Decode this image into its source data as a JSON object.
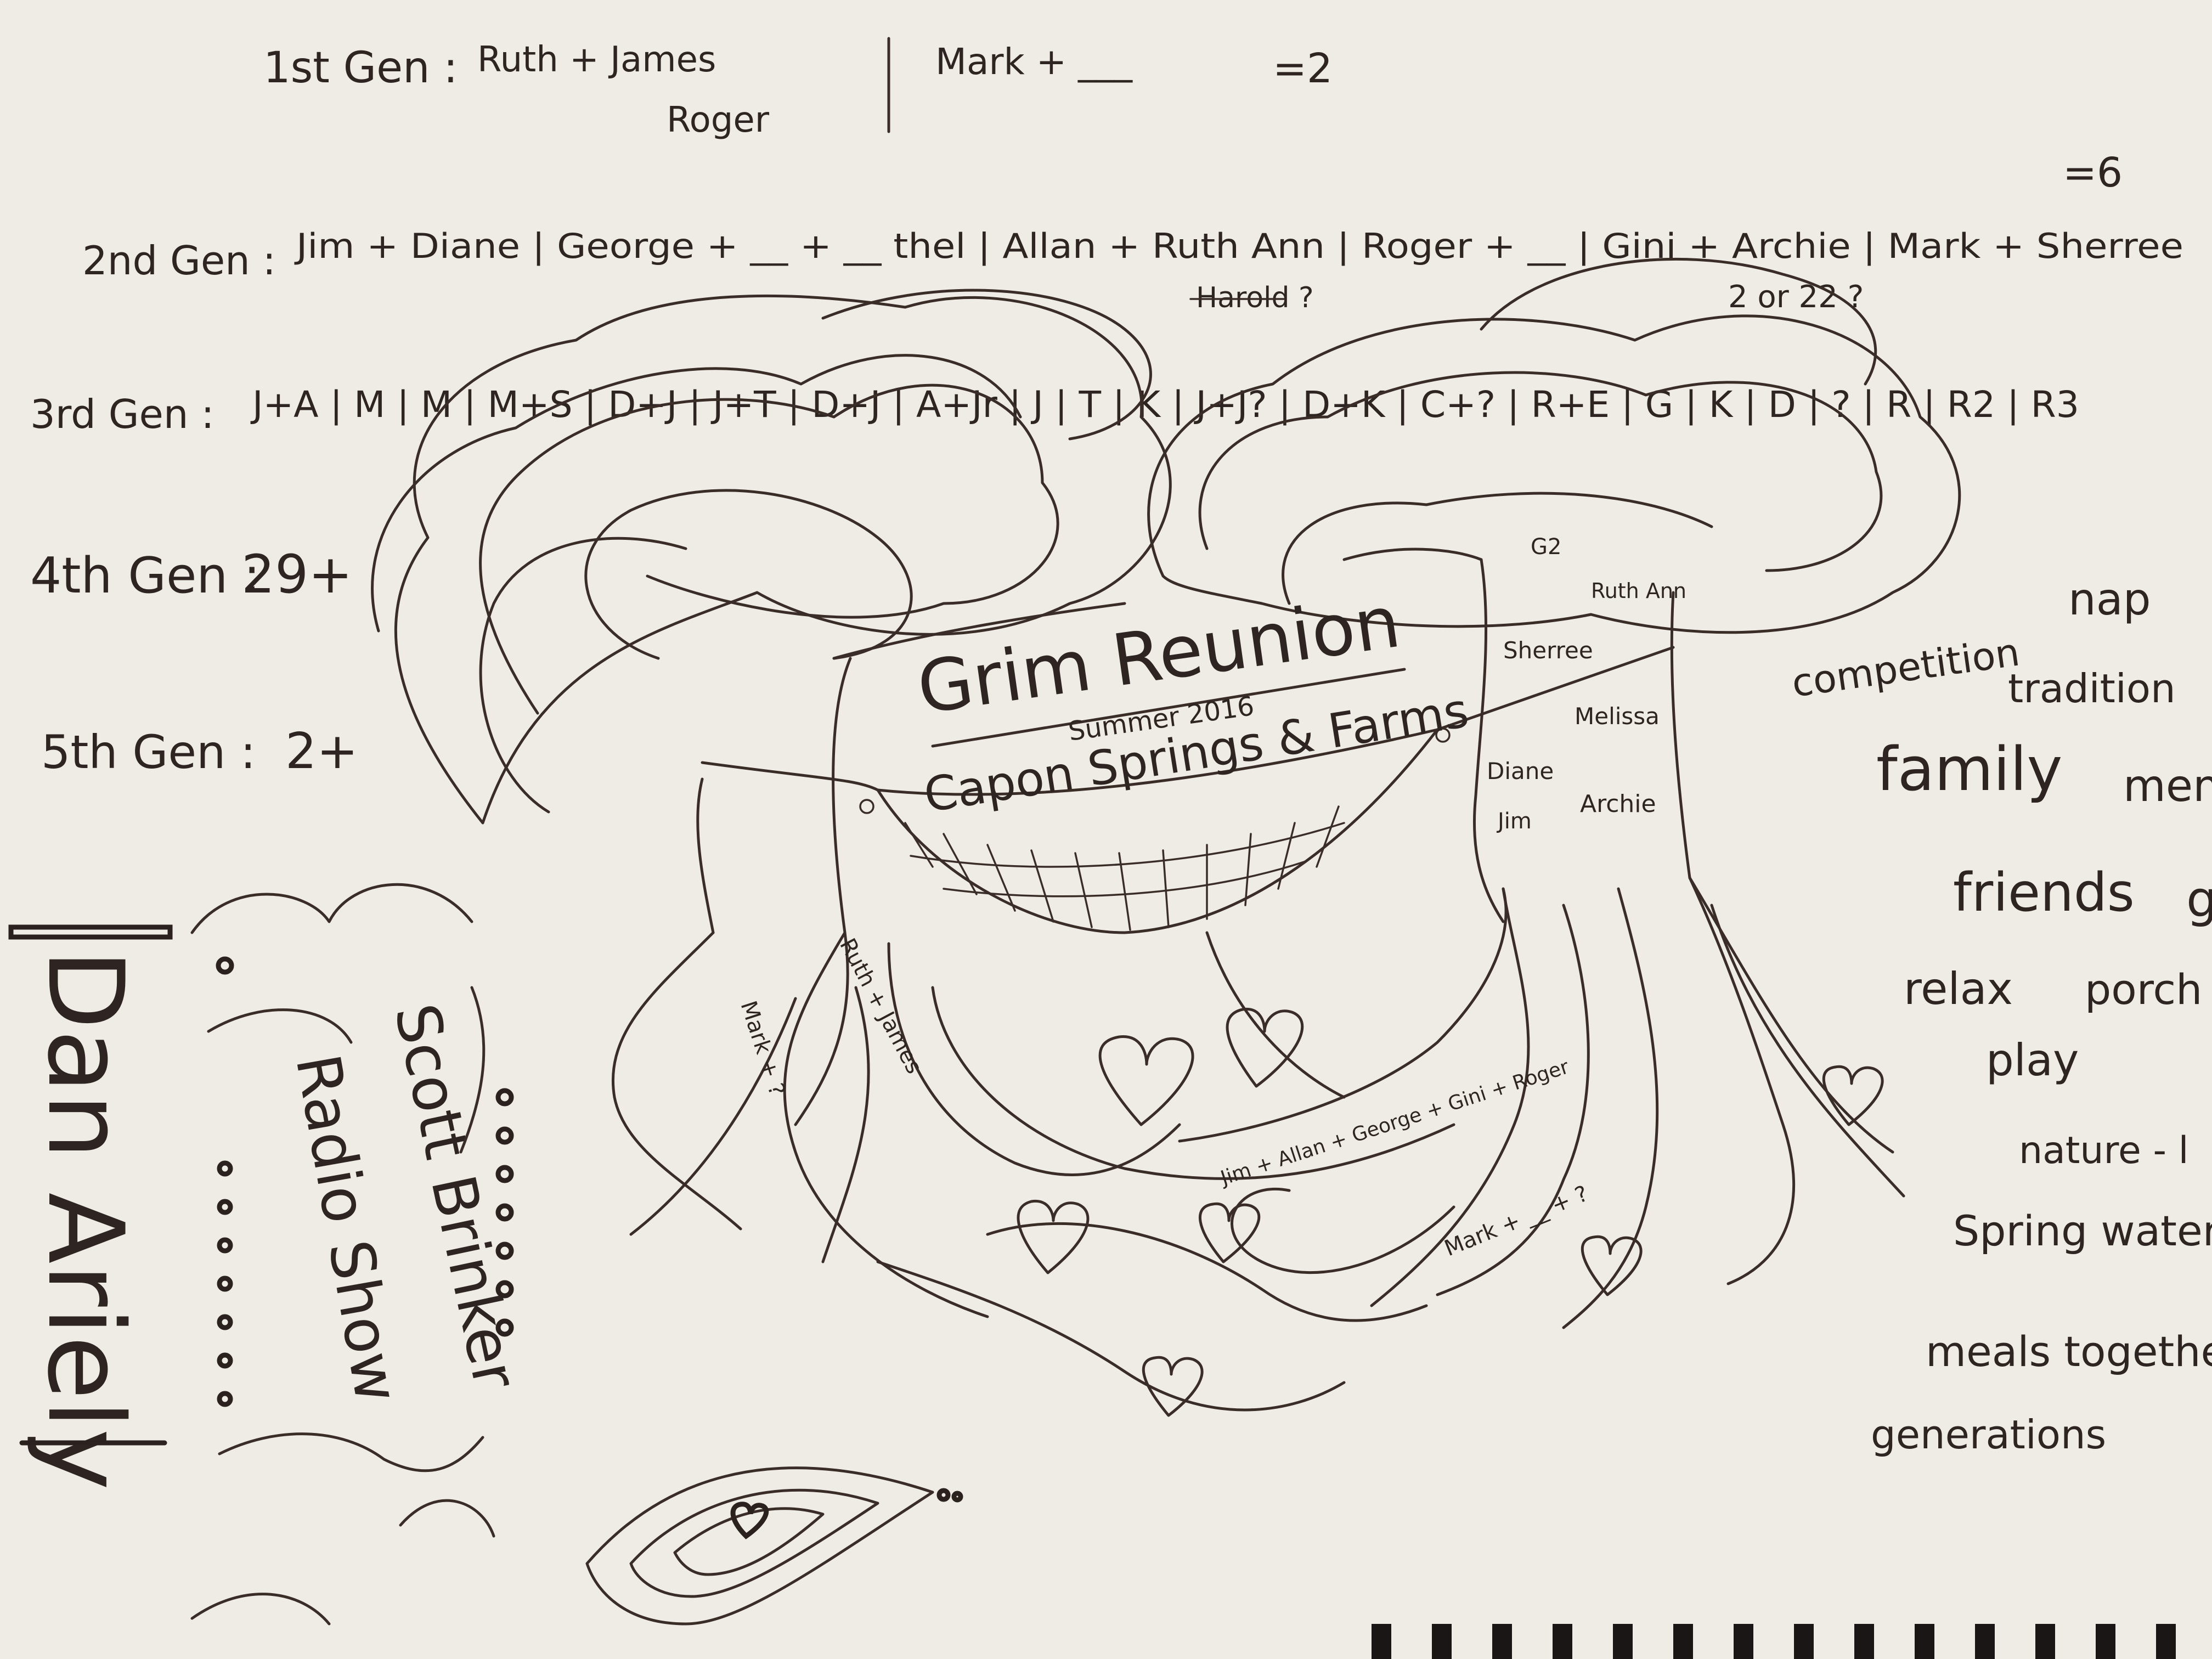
{
  "colors": {
    "paper": "#efece5",
    "ink": "#2e2522",
    "binding": "#1a1616"
  },
  "generations": {
    "gen1": {
      "label": "1st Gen :",
      "text": "Ruth + James",
      "sub": "Roger",
      "right": "Mark + ___",
      "count": "=2"
    },
    "gen2": {
      "label": "2nd Gen :",
      "text": "Jim + Diane | George + __ + __ thel | Allan + Ruth Ann | Roger + __ | Gini + Archie | Mark + Sherree",
      "count": "=6"
    },
    "gen3": {
      "label": "3rd Gen :",
      "text": "J+A | M | M | M+S | D+J | J+T | D+J | A+Jr | J | T | K | J+J? | D+K | C+? | R+E | G | K | D | ? | R | R2 | R3"
    },
    "gen4": {
      "label": "4th Gen :",
      "text": "29+"
    },
    "gen5": {
      "label": "5th Gen :",
      "text": "2+"
    }
  },
  "scribbles": {
    "crossed_out": "Harold ?",
    "question": "2 or 22 ?"
  },
  "tree": {
    "title": "Grim Reunion",
    "subtitle": "Summer 2016",
    "location": "Capon Springs & Farms",
    "trunk_names": [
      "G2",
      "Ruth Ann",
      "Sherree",
      "Melissa",
      "Diane",
      "Archie",
      "Jim"
    ],
    "root_labels": [
      "Ruth + James",
      "Mark + ?",
      "Jim + Allan + George + Gini + Roger",
      "Mark + __ + ?"
    ]
  },
  "words": [
    "competition",
    "nap",
    "tradition",
    "family",
    "mem",
    "friends",
    "g",
    "relax",
    "porch",
    "play",
    "nature - l",
    "Spring water",
    "meals together",
    "generations"
  ],
  "side_art": {
    "name1": "Dan Ariely",
    "name2": "Scott Brinker",
    "name3": "Radio Show"
  }
}
